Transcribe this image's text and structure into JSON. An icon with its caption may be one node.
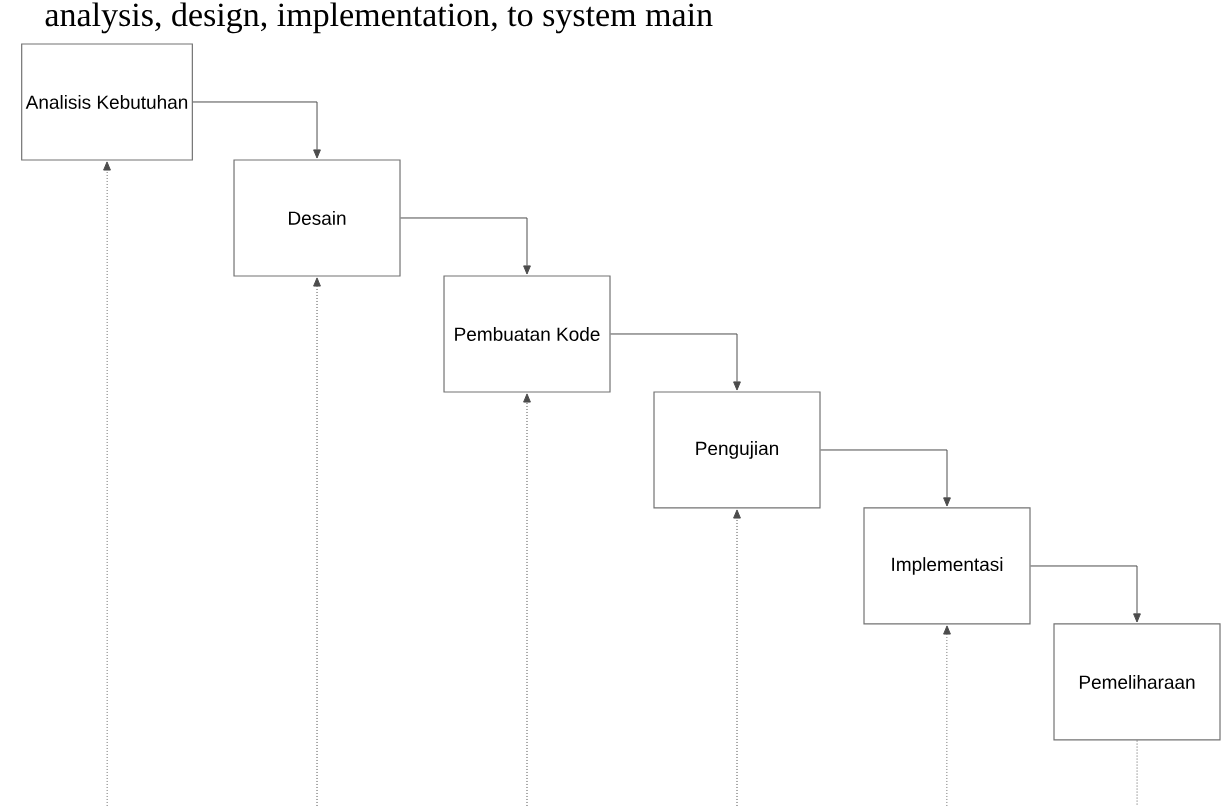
{
  "diagram": {
    "nodes": [
      {
        "text": [
          "Analisis Kebutuhan"
        ]
      },
      {
        "text": [
          "Desain"
        ]
      },
      {
        "text": [
          "Pembuatan Kode"
        ]
      },
      {
        "text": [
          "Pengujian"
        ]
      },
      {
        "text": [
          "Implementasi"
        ]
      },
      {
        "text": [
          "Pemeliharaan"
        ]
      }
    ],
    "edges": [
      {
        "from": 0,
        "to": 1,
        "arrow": "to"
      },
      {
        "from": 1,
        "to": 2,
        "arrow": "to"
      },
      {
        "from": 2,
        "to": 3,
        "arrow": "to"
      },
      {
        "from": 3,
        "to": 4,
        "arrow": "to"
      },
      {
        "from": 4,
        "to": 5,
        "arrow": "to"
      },
      {
        "from": null,
        "to": 0,
        "arrow": "to",
        "style": "dashed"
      },
      {
        "from": null,
        "to": 1,
        "arrow": "to",
        "style": "dashed"
      },
      {
        "from": null,
        "to": 2,
        "arrow": "to",
        "style": "dashed"
      },
      {
        "from": null,
        "to": 3,
        "arrow": "to",
        "style": "dashed"
      },
      {
        "from": null,
        "to": 4,
        "arrow": "to",
        "style": "dashed"
      },
      {
        "from": 5,
        "to": null,
        "arrow": "none",
        "style": "dashed"
      }
    ],
    "labels": [
      "analysis, design, implementation, to system main"
    ]
  }
}
